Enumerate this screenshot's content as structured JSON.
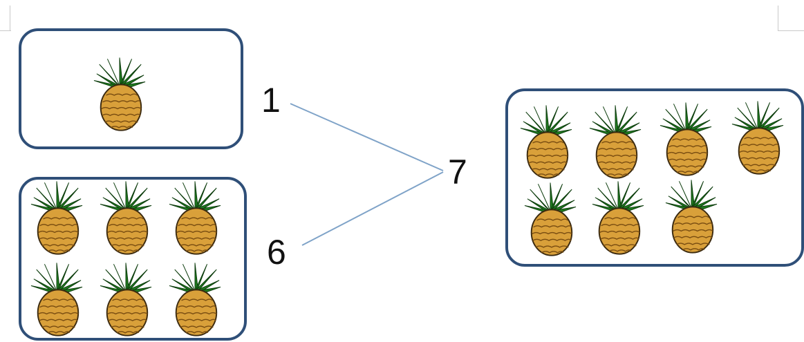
{
  "numbers": {
    "part_one": "1",
    "part_two": "6",
    "whole": "7"
  },
  "groups": [
    {
      "name": "one-pineapple-group",
      "count": 1
    },
    {
      "name": "six-pineapple-group",
      "count": 6
    },
    {
      "name": "seven-pineapple-group",
      "count": 7
    }
  ],
  "colors": {
    "box_border": "#2f4f78",
    "connector_line": "#7fa3c8",
    "pineapple_body": "#d9a03a",
    "pineapple_leaves": "#1f7a1f"
  },
  "icons": {
    "pineapple": "pineapple-icon"
  }
}
